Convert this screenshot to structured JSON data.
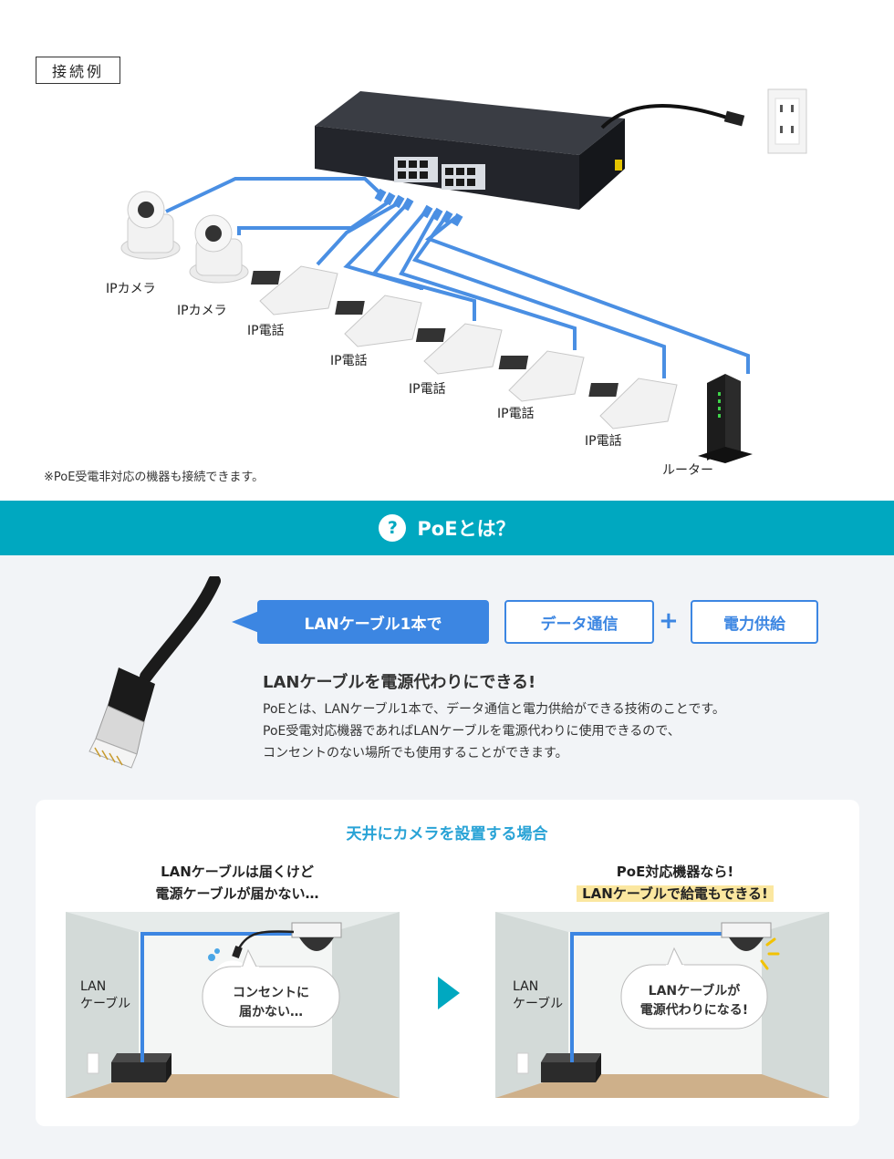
{
  "example_tag": "接続例",
  "devices": {
    "camera1": "IPカメラ",
    "camera2": "IPカメラ",
    "phone1": "IP電話",
    "phone2": "IP電話",
    "phone3": "IP電話",
    "phone4": "IP電話",
    "phone5": "IP電話",
    "router": "ルーター"
  },
  "note": "※PoE受電非対応の機器も接続できます。",
  "poe": {
    "banner_title": "PoEとは？",
    "question_icon": "question-icon",
    "lan_pill": "LANケーブル1本で",
    "data_pill": "データ通信",
    "plus": "+",
    "power_pill": "電力供給",
    "headline": "LANケーブルを電源代わりにできる!",
    "desc_lines": [
      "PoEとは、LANケーブル1本で、データ通信と電力供給ができる技術のことです。",
      "PoE受電対応機器であればLANケーブルを電源代わりに使用できるので、",
      "コンセントのない場所でも使用することができます。"
    ]
  },
  "case": {
    "title": "天井にカメラを設置する場合",
    "left_caption": [
      "LANケーブルは届くけど",
      "電源ケーブルが届かない…"
    ],
    "left_room_label": [
      "LAN",
      "ケーブル"
    ],
    "left_bubble": [
      "コンセントに",
      "届かない…"
    ],
    "right_caption_1": "PoE対応機器なら!",
    "right_caption_2": "LANケーブルで給電もできる!",
    "right_room_label": [
      "LAN",
      "ケーブル"
    ],
    "right_bubble": [
      "LANケーブルが",
      "電源代わりになる!"
    ]
  },
  "colors": {
    "accent": "#00a8c0",
    "blue": "#3c86e2",
    "cable": "#4a8fe3",
    "highlight": "#fbe7a0"
  }
}
